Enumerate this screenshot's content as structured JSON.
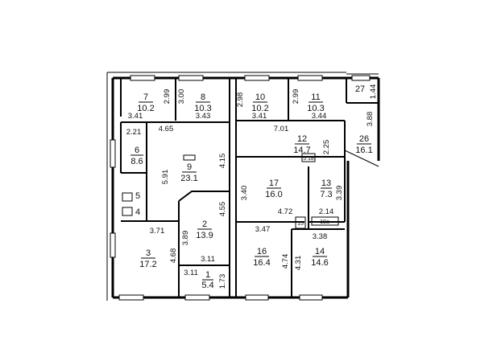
{
  "rooms": [
    {
      "id": "room-7",
      "num": "7",
      "area": "10.2"
    },
    {
      "id": "room-8",
      "num": "8",
      "area": "10.3"
    },
    {
      "id": "room-10",
      "num": "10",
      "area": "10.2"
    },
    {
      "id": "room-11",
      "num": "11",
      "area": "10.3"
    },
    {
      "id": "room-27",
      "num": "27",
      "area": ""
    },
    {
      "id": "room-26",
      "num": "26",
      "area": "16.1"
    },
    {
      "id": "room-12",
      "num": "12",
      "area": "14.7"
    },
    {
      "id": "room-6",
      "num": "6",
      "area": "8.6"
    },
    {
      "id": "room-9",
      "num": "9",
      "area": "23.1"
    },
    {
      "id": "room-17",
      "num": "17",
      "area": "16.0"
    },
    {
      "id": "room-13",
      "num": "13",
      "area": "7.3"
    },
    {
      "id": "room-5",
      "num": "5",
      "area": ""
    },
    {
      "id": "room-4",
      "num": "4",
      "area": ""
    },
    {
      "id": "room-2",
      "num": "2",
      "area": "13.9"
    },
    {
      "id": "room-3",
      "num": "3",
      "area": "17.2"
    },
    {
      "id": "room-16",
      "num": "16",
      "area": "16.4"
    },
    {
      "id": "room-14",
      "num": "14",
      "area": "14.6"
    },
    {
      "id": "room-1",
      "num": "1",
      "area": "5.4"
    }
  ],
  "dimensions": {
    "d299a": "2.99",
    "d300": "3.00",
    "d298": "2.98",
    "d299b": "2.99",
    "d144": "1.44",
    "d341a": "3.41",
    "d465": "4.65",
    "d343": "3.43",
    "d341b": "3.41",
    "d701": "7.01",
    "d344": "3.44",
    "d388": "3.88",
    "d221": "2.21",
    "d225": "2.25",
    "d591": "5.91",
    "d415": "4.15",
    "d340": "3.40",
    "d339": "3.39",
    "d214": "2.14",
    "d472": "4.72",
    "d455": "4.55",
    "d371": "3.71",
    "d389": "3.89",
    "d347": "3.47",
    "d338": "3.38",
    "d468": "4.68",
    "d311a": "3.11",
    "d474": "4.74",
    "d431": "4.31",
    "d311b": "3.11",
    "d173": "1.73"
  },
  "small_labels": {
    "t18": "5 18",
    "t19a": "19a",
    "t15": "15"
  }
}
